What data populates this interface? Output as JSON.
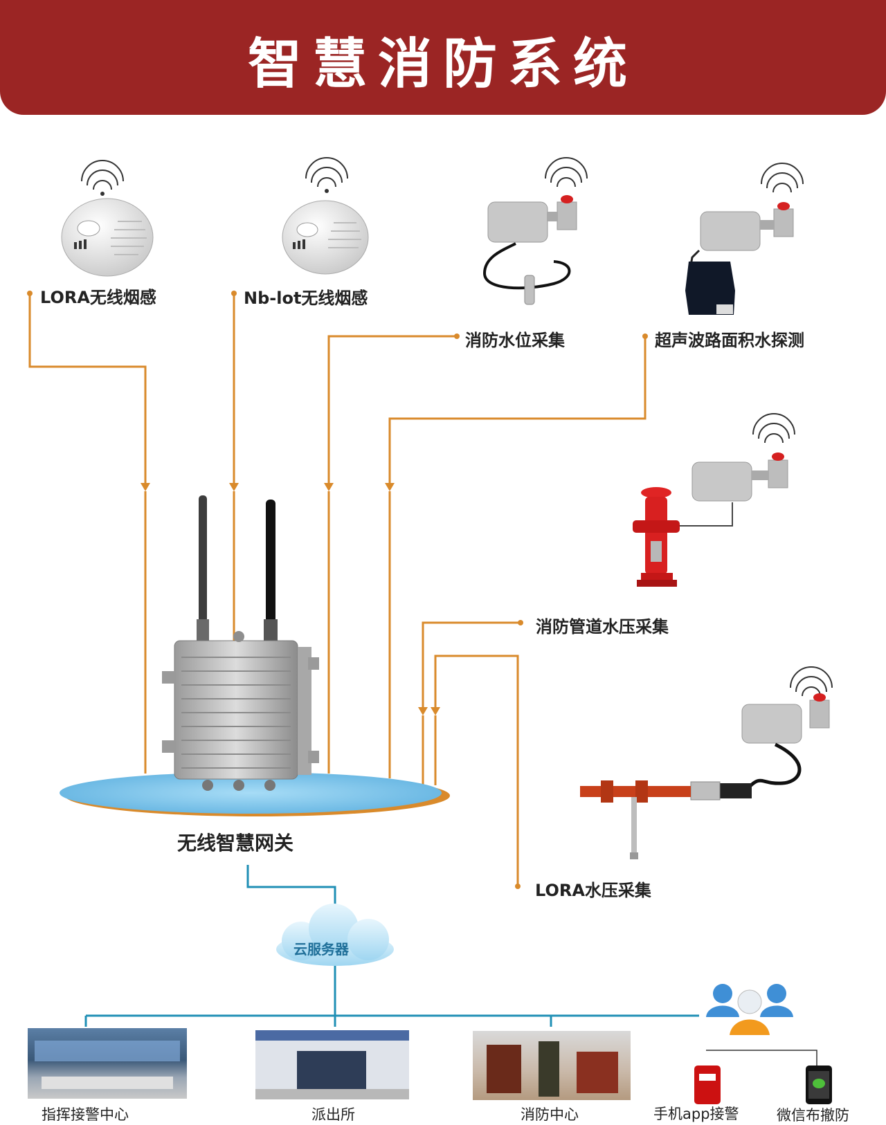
{
  "title": "智慧消防系统",
  "devices": {
    "lora_smoke": "LORA无线烟感",
    "nb_smoke": "Nb-lot无线烟感",
    "water_level": "消防水位采集",
    "ultrasonic": "超声波路面积水探测",
    "pipe_pressure": "消防管道水压采集",
    "lora_pressure": "LORA水压采集"
  },
  "gateway_label": "无线智慧网关",
  "cloud_label": "云服务器",
  "endpoints": {
    "command_center": "指挥接警中心",
    "police_station": "派出所",
    "fire_center": "消防中心",
    "mobile_app": "手机app接警",
    "wechat": "微信布撤防"
  },
  "colors": {
    "banner": "#9b2524",
    "connector": "#d98a2b",
    "network": "#1f8fb5",
    "platform": "#7cc3ea"
  }
}
